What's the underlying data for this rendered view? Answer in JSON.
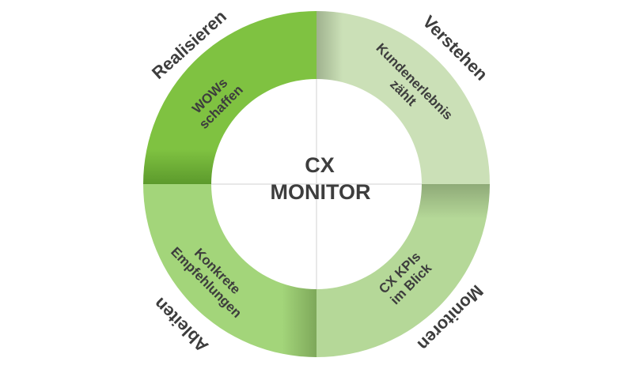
{
  "center": {
    "line1": "CX",
    "line2": "MONITOR"
  },
  "colors": {
    "realisieren": "#7fc241",
    "verstehen": "#cbe0b7",
    "monitoren": "#b5d898",
    "ableiten": "#a3d57a",
    "text": "#3d3d3d"
  },
  "segments": {
    "realisieren": {
      "label": "Realisieren",
      "line1": "WOWs",
      "line2": "schaffen"
    },
    "verstehen": {
      "label": "Verstehen",
      "line1": "Kundenerlebnis",
      "line2": "zählt"
    },
    "monitoren": {
      "label": "Monitoren",
      "line1": "CX KPIs",
      "line2": "im Blick"
    },
    "ableiten": {
      "label": "Ableiten",
      "line1": "Konkrete",
      "line2": "Empfehlungen"
    }
  }
}
